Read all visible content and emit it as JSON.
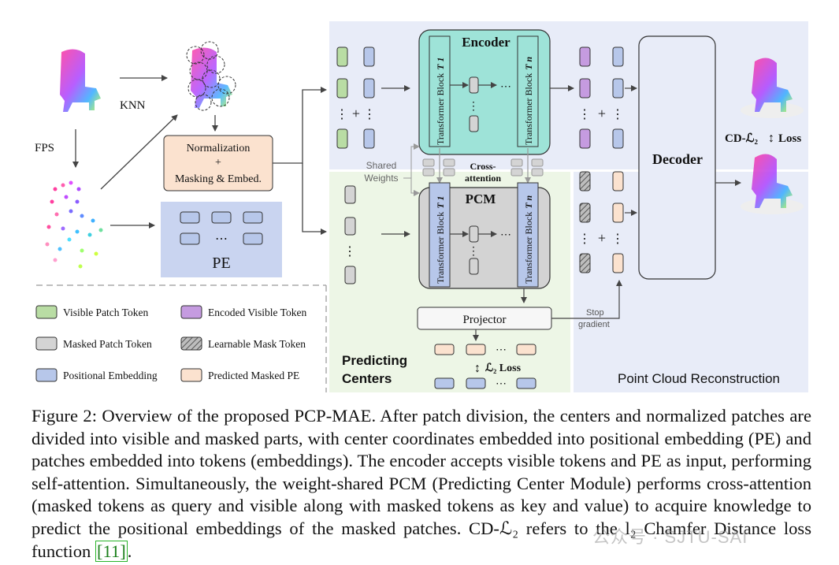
{
  "labels": {
    "knn": "KNN",
    "fps": "FPS",
    "normalization": "Normalization",
    "plus": "+",
    "masking": "Masking & Embed.",
    "pe": "PE",
    "encoder": "Encoder",
    "block1": "Transformer Block",
    "blockn": "Transformer Block",
    "t1": "T 1",
    "tn": "T n",
    "shared": "Shared",
    "weights": "Weights",
    "cross1": "Cross-",
    "cross2": "attention",
    "pcm": "PCM",
    "projector": "Projector",
    "stop1": "Stop",
    "stop2": "gradient",
    "decoder": "Decoder",
    "cd_loss": "CD-ℒ₂",
    "loss": "Loss",
    "l2_loss": "ℒ₂ Loss",
    "predicting": "Predicting",
    "centers": "Centers",
    "reconstruction": "Point Cloud Reconstruction",
    "dots": "⋯"
  },
  "legend": [
    {
      "label": "Visible Patch Token",
      "color": "#b9dda4"
    },
    {
      "label": "Encoded Visible Token",
      "color": "#c59be0"
    },
    {
      "label": "Masked Patch Token",
      "color": "#d4d4d4"
    },
    {
      "label": "Learnable Mask Token",
      "color": "hatch"
    },
    {
      "label": "Positional Embedding",
      "color": "#b7c7ea"
    },
    {
      "label": "Predicted Masked PE",
      "color": "#fbe2cf"
    }
  ],
  "caption": {
    "text": "Figure 2: Overview of the proposed PCP-MAE. After patch division, the centers and normalized patches are divided into visible and masked parts, with center coordinates embedded into positional embedding (PE) and patches embedded into tokens (embeddings). The encoder accepts visible tokens and PE as input, performing self-attention. Simultaneously, the weight-shared PCM (Predicting Center Module) performs cross-attention (masked tokens as query and visible along with masked tokens as key and value) to acquire knowledge to predict the positional embeddings of the masked patches. CD-ℒ₂ refers to the l₂ Chamfer Distance loss function",
    "ref": "[11]",
    "end": "."
  },
  "watermark": "公众号 · SJTU-SAI",
  "colors": {
    "top_bg": "#e8ecf8",
    "pcm_bg": "#edf6e6",
    "recon_bg": "#e8ecf8",
    "encoder": "#9ee3d8",
    "pcm_box": "#d3d3d3",
    "norm_box": "#fbe2cf",
    "pe_box": "#c9d4f0"
  }
}
